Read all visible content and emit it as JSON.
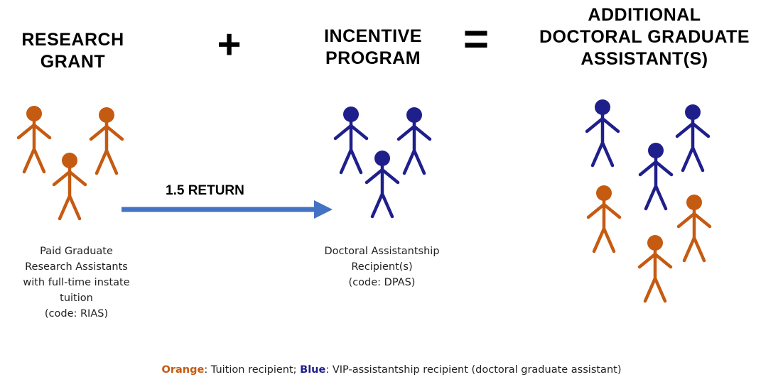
{
  "headings": {
    "research_grant": [
      "RESEARCH",
      "GRANT"
    ],
    "incentive_program": [
      "INCENTIVE",
      "PROGRAM"
    ],
    "additional": [
      "ADDITIONAL",
      "DOCTORAL GRADUATE",
      "ASSISTANT(S)"
    ]
  },
  "operators": {
    "plus": "+",
    "equals": "="
  },
  "arrow": {
    "label": "1.5 RETURN",
    "color": "#4472C4"
  },
  "captions": {
    "rias": [
      "Paid Graduate",
      "Research Assistants",
      "with full-time instate",
      "tuition",
      "(code: RIAS)"
    ],
    "dpas": [
      "Doctoral Assistantship",
      "Recipient(s)",
      "(code: DPAS)"
    ]
  },
  "legend": {
    "orange_word": "Orange",
    "orange_text": ": Tuition recipient; ",
    "blue_word": "Blue",
    "blue_text": ": VIP-assistantship recipient (doctoral graduate assistant)"
  },
  "colors": {
    "orange": "#C55A11",
    "blue": "#1F1F8C"
  }
}
